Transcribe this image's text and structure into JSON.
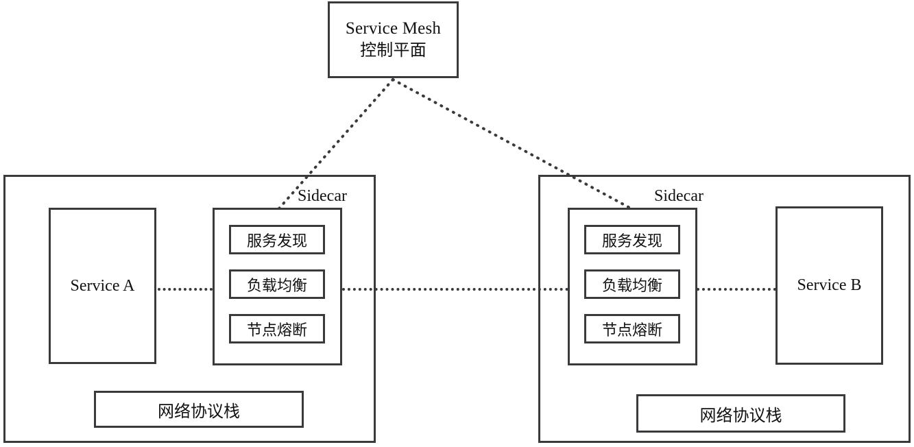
{
  "diagram": {
    "title_en": "Service Mesh",
    "title_cn": "控制平面",
    "control_plane": {
      "line1": "Service Mesh",
      "line2": "控制平面"
    },
    "hosts": [
      {
        "id": "host-a",
        "service_label": "Service A",
        "sidecar_label": "Sidecar",
        "sidecar_features": [
          "服务发现",
          "负载均衡",
          "节点熔断"
        ],
        "network_stack_label": "网络协议栈"
      },
      {
        "id": "host-b",
        "service_label": "Service B",
        "sidecar_label": "Sidecar",
        "sidecar_features": [
          "服务发现",
          "负载均衡",
          "节点熔断"
        ],
        "network_stack_label": "网络协议栈"
      }
    ],
    "colors": {
      "stroke": "#3a3a3c",
      "text": "#111111",
      "background": "#ffffff",
      "dotted": "#3a3a3c"
    }
  }
}
